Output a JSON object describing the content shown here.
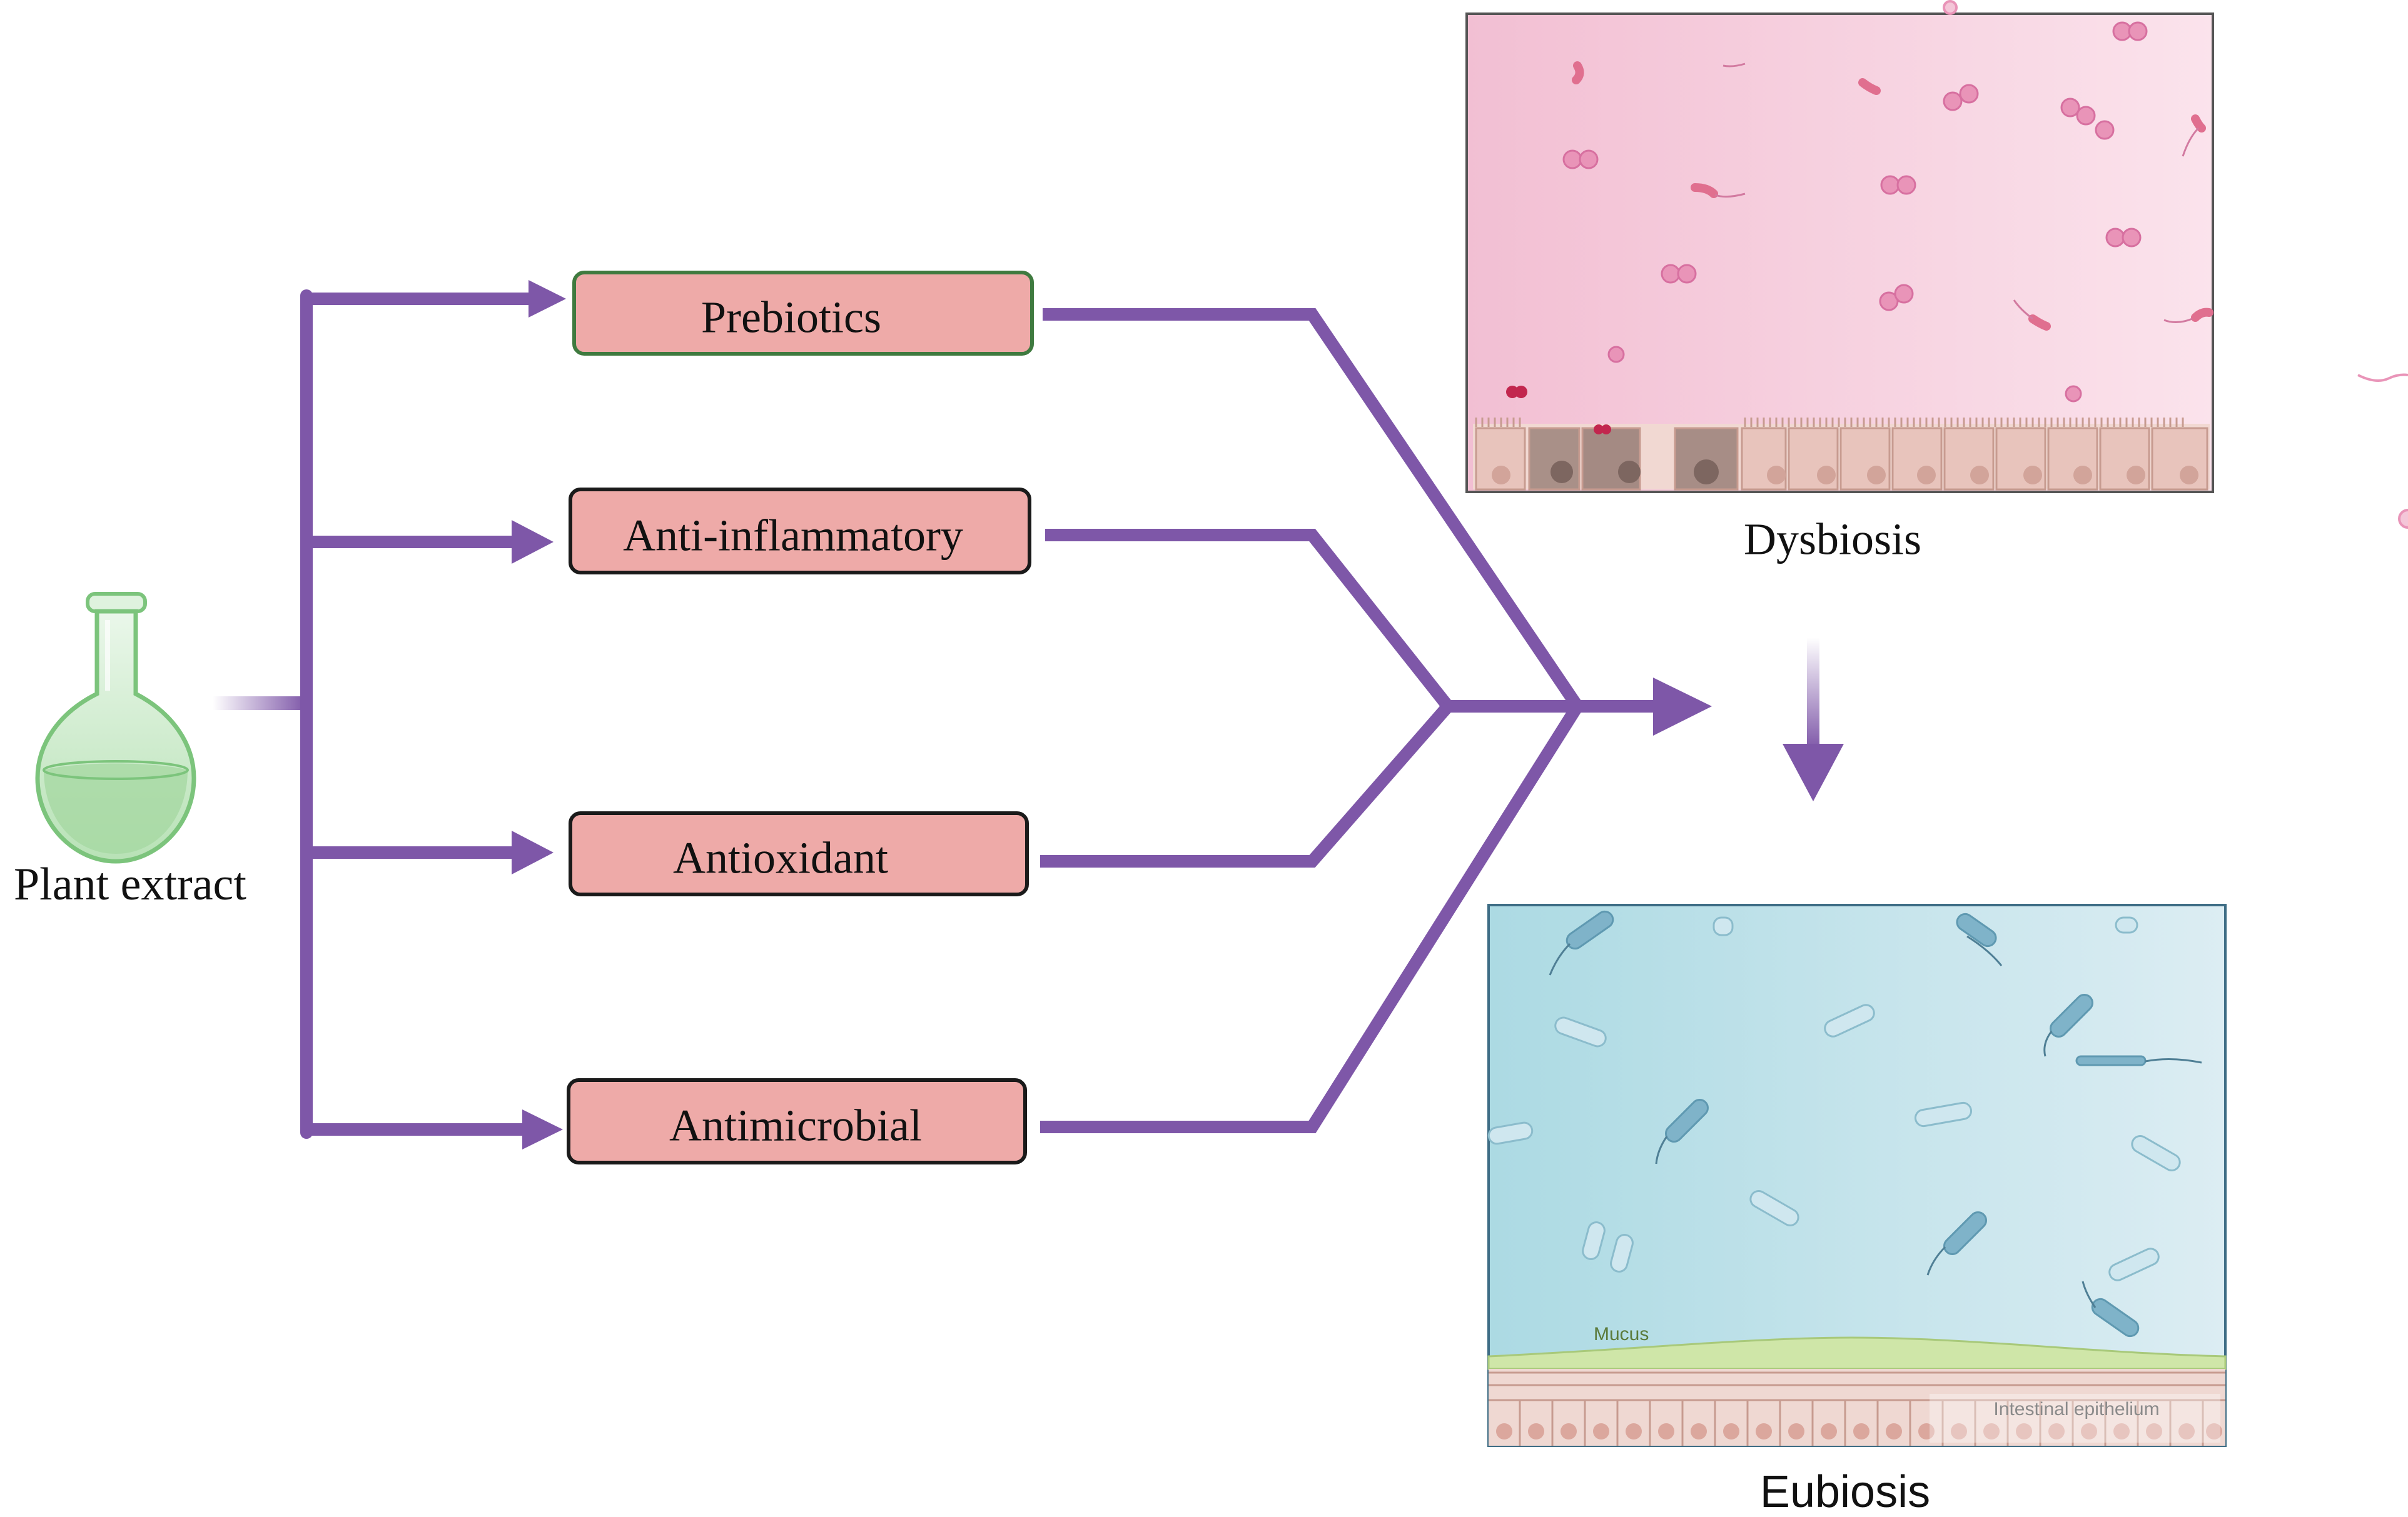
{
  "source": {
    "label": "Plant extract"
  },
  "effects": [
    {
      "label": "Prebiotics"
    },
    {
      "label": "Anti-inflammatory"
    },
    {
      "label": "Antioxidant"
    },
    {
      "label": "Antimicrobial"
    }
  ],
  "states": {
    "dysbiosis": {
      "label": "Dysbiosis"
    },
    "eubiosis": {
      "label": "Eubiosis",
      "mucus_label": "Mucus",
      "epithelium_label": "Intestinal epithelium"
    }
  },
  "colors": {
    "arrow": "#7e57a8",
    "box_fill": "#eeaaa8",
    "box_border": "#1a1a1a",
    "box_border_highlight": "#3f7a3f",
    "dysbiosis_bg": "#f4c6d8",
    "eubiosis_bg": "#bfe2ea",
    "flask": "#7cc47c"
  }
}
